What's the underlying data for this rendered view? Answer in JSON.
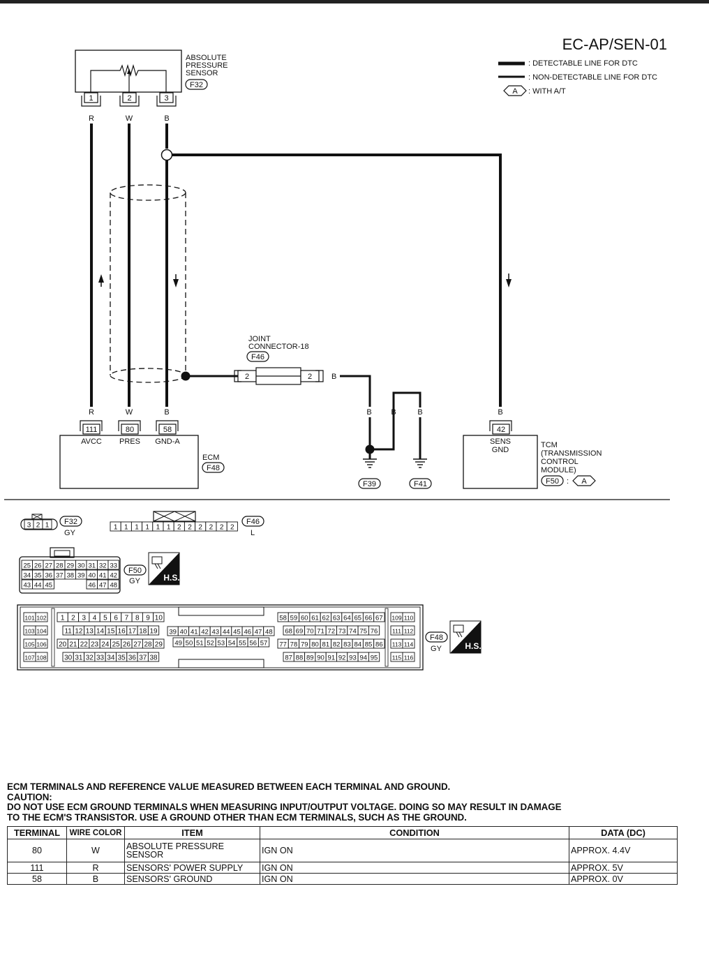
{
  "diagram": {
    "code": "EC-AP/SEN-01",
    "legend": [
      {
        "text": ": DETECTABLE LINE FOR DTC"
      },
      {
        "text": ": NON-DETECTABLE LINE FOR DTC"
      },
      {
        "symbol": "A",
        "text": ": WITH A/T"
      }
    ],
    "sensor": {
      "name_lines": [
        "ABSOLUTE",
        "PRESSURE",
        "SENSOR"
      ],
      "connector": "F32",
      "pins": [
        "1",
        "2",
        "3"
      ],
      "wire_colors": [
        "R",
        "W",
        "B"
      ]
    },
    "joint": {
      "name_lines": [
        "JOINT",
        "CONNECTOR-18"
      ],
      "connector": "F46",
      "pin_left": "2",
      "pin_right": "2",
      "wire_color": "B"
    },
    "ecm": {
      "name": "ECM",
      "connector": "F48",
      "pins": [
        "111",
        "80",
        "58"
      ],
      "labels": [
        "AVCC",
        "PRES",
        "GND-A"
      ],
      "wire_colors": [
        "R",
        "W",
        "B"
      ]
    },
    "grounds": {
      "wire_colors": [
        "B",
        "B",
        "B"
      ],
      "connectors": [
        "F39",
        "F41"
      ]
    },
    "tcm": {
      "pin": "42",
      "wire_color": "B",
      "pin_label_lines": [
        "SENS",
        "GND"
      ],
      "name_lines": [
        "TCM",
        "(TRANSMISSION",
        "CONTROL",
        "MODULE)"
      ],
      "connector": "F50",
      "condition": "A"
    }
  },
  "connector_views": {
    "f32": {
      "id": "F32",
      "color": "GY",
      "pins": [
        "3",
        "2",
        "1"
      ]
    },
    "f46": {
      "id": "F46",
      "color": "L",
      "pins": [
        "1",
        "1",
        "1",
        "1",
        "1",
        "1",
        "2",
        "2",
        "2",
        "2",
        "2",
        "2"
      ]
    },
    "f50": {
      "id": "F50",
      "color": "GY",
      "hs": "H.S.",
      "rows": [
        [
          "25",
          "26",
          "27",
          "28",
          "29",
          "30",
          "31",
          "32",
          "33"
        ],
        [
          "34",
          "35",
          "36",
          "37",
          "38",
          "39",
          "40",
          "41",
          "42"
        ],
        [
          "43",
          "44",
          "45",
          "",
          "",
          "",
          "46",
          "47",
          "48"
        ]
      ]
    },
    "f48": {
      "id": "F48",
      "color": "GY",
      "hs": "H.S.",
      "left_block": [
        [
          "101",
          "102"
        ],
        [
          "103",
          "104"
        ],
        [
          "105",
          "106"
        ],
        [
          "107",
          "108"
        ]
      ],
      "block_a": [
        [
          "1",
          "2",
          "3",
          "4",
          "5",
          "6",
          "7",
          "8",
          "9",
          "10"
        ],
        [
          "11",
          "12",
          "13",
          "14",
          "15",
          "16",
          "17",
          "18",
          "19"
        ],
        [
          "20",
          "21",
          "22",
          "23",
          "24",
          "25",
          "26",
          "27",
          "28",
          "29"
        ],
        [
          "30",
          "31",
          "32",
          "33",
          "34",
          "35",
          "36",
          "37",
          "38"
        ]
      ],
      "block_b": [
        [
          "39",
          "40",
          "41",
          "42",
          "43",
          "44",
          "45",
          "46",
          "47",
          "48"
        ],
        [
          "49",
          "50",
          "51",
          "52",
          "53",
          "54",
          "55",
          "56",
          "57"
        ]
      ],
      "block_c": [
        [
          "58",
          "59",
          "60",
          "61",
          "62",
          "63",
          "64",
          "65",
          "66",
          "67"
        ],
        [
          "68",
          "69",
          "70",
          "71",
          "72",
          "73",
          "74",
          "75",
          "76"
        ],
        [
          "77",
          "78",
          "79",
          "80",
          "81",
          "82",
          "83",
          "84",
          "85",
          "86"
        ],
        [
          "87",
          "88",
          "89",
          "90",
          "91",
          "92",
          "93",
          "94",
          "95"
        ]
      ],
      "right_block": [
        [
          "109",
          "110"
        ],
        [
          "111",
          "112"
        ],
        [
          "113",
          "114"
        ],
        [
          "115",
          "116"
        ]
      ]
    }
  },
  "notes": [
    "ECM TERMINALS AND REFERENCE VALUE MEASURED BETWEEN EACH TERMINAL AND GROUND.",
    "CAUTION:",
    "DO NOT USE ECM GROUND TERMINALS WHEN MEASURING INPUT/OUTPUT VOLTAGE. DOING SO MAY RESULT IN DAMAGE",
    "TO THE ECM'S TRANSISTOR. USE A GROUND OTHER THAN ECM TERMINALS, SUCH AS THE GROUND."
  ],
  "table": {
    "headers": [
      "TERMINAL",
      "WIRE COLOR",
      "ITEM",
      "CONDITION",
      "DATA (DC)"
    ],
    "rows": [
      {
        "terminal": "80",
        "wire": "W",
        "item": "ABSOLUTE PRESSURE SENSOR",
        "condition": "IGN ON",
        "data": "APPROX. 4.4V"
      },
      {
        "terminal": "111",
        "wire": "R",
        "item": "SENSORS' POWER SUPPLY",
        "condition": "IGN ON",
        "data": "APPROX. 5V"
      },
      {
        "terminal": "58",
        "wire": "B",
        "item": "SENSORS' GROUND",
        "condition": "IGN ON",
        "data": "APPROX. 0V"
      }
    ]
  }
}
